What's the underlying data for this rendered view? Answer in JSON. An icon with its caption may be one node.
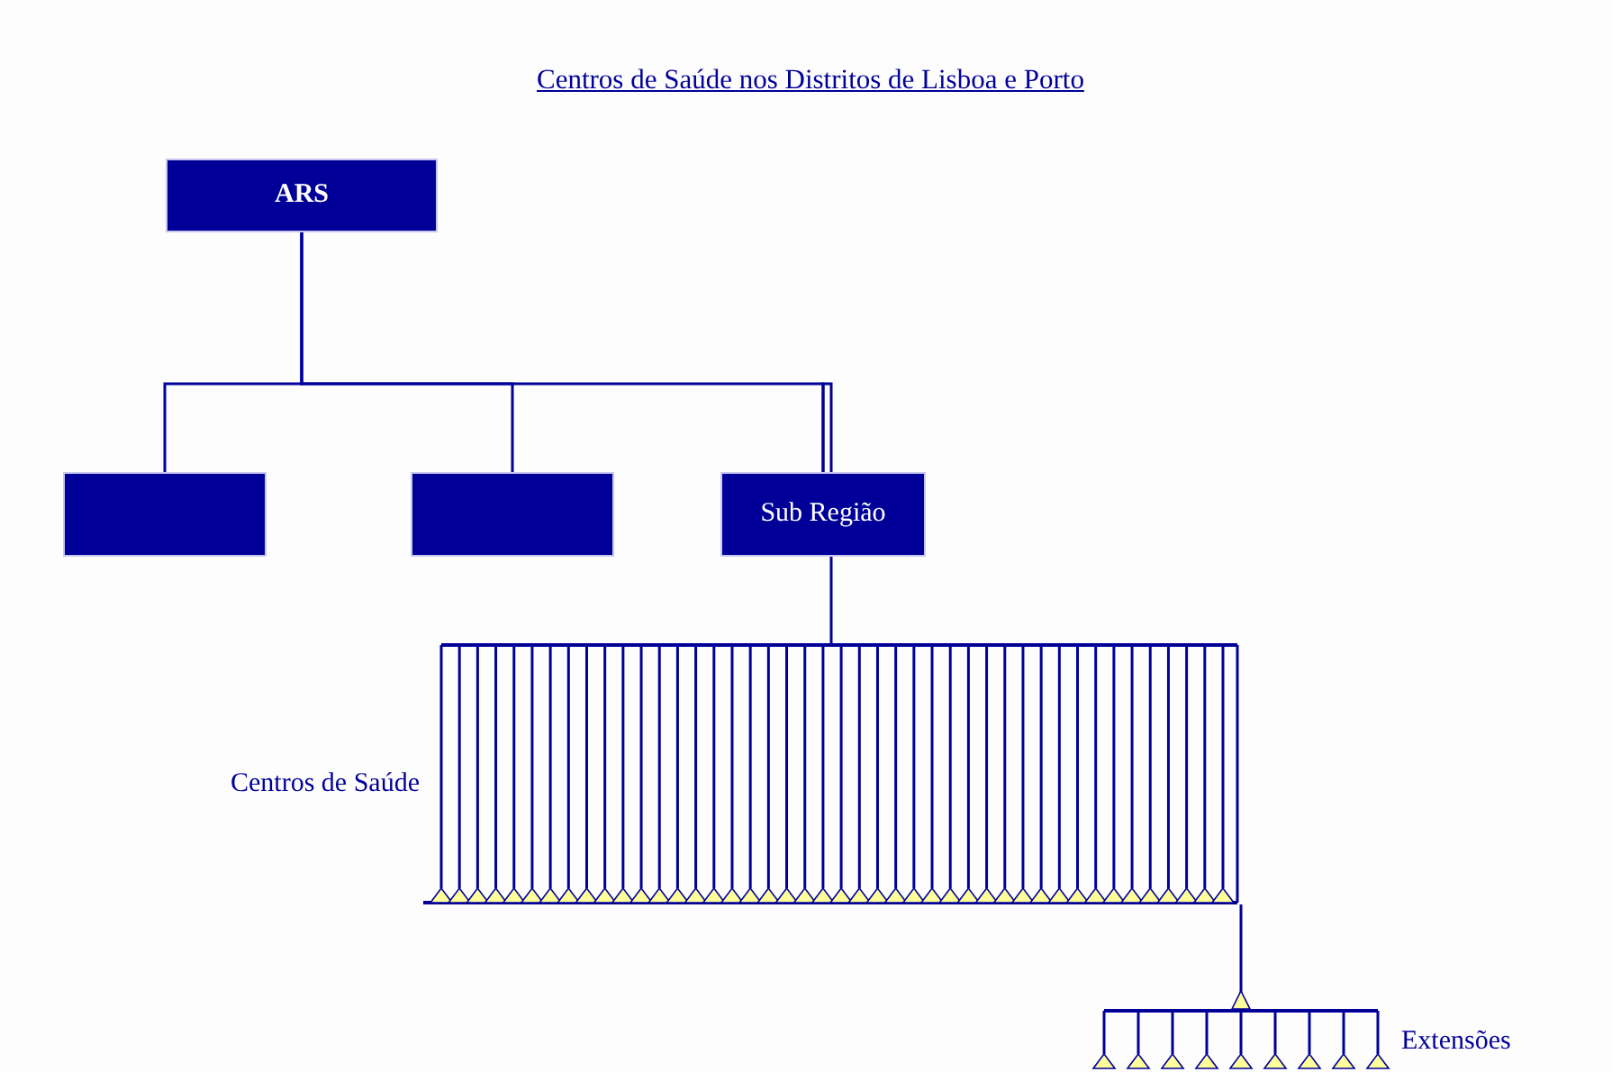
{
  "diagram": {
    "title": "Centros de Saúde nos Distritos de Lisboa e Porto",
    "nodes": [
      {
        "text": [
          "ARS"
        ]
      },
      {
        "text": [],
        "shape": "box"
      },
      {
        "text": [],
        "shape": "box"
      },
      {
        "text": [
          "Sub Região"
        ]
      },
      {
        "text": [],
        "shape": "comb",
        "beside": [
          "Centros de Saúde"
        ]
      },
      {
        "text": [],
        "shape": "comb",
        "beside": [
          "Extensões"
        ]
      }
    ],
    "edges": [
      {
        "from": 0,
        "to": 1,
        "arrow": "none"
      },
      {
        "from": 0,
        "to": 2,
        "arrow": "none"
      },
      {
        "from": 0,
        "to": 3,
        "arrow": "none"
      },
      {
        "from": 3,
        "to": 4,
        "arrow": "none"
      },
      {
        "from": 4,
        "to": 5,
        "arrow": "other"
      }
    ]
  }
}
